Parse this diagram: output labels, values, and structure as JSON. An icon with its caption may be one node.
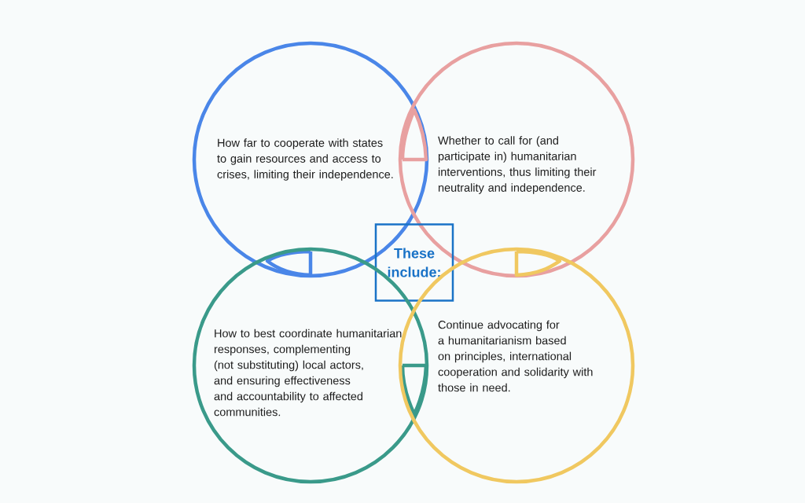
{
  "diagram": {
    "nodes": [
      {
        "text": [
          "How far to cooperate with states to gain resources and access to crises, limiting their independence."
        ]
      },
      {
        "text": [
          "Whether to call for (and participate in) humanitarian interventions, thus limiting their neutrality and independence."
        ]
      },
      {
        "text": [
          "These include:"
        ]
      },
      {
        "text": [
          "How to best coordinate humanitarian responses, complementing (not substituting) local actors, and ensuring effectiveness and accountability to affected communities."
        ]
      },
      {
        "text": [
          "Continue advocating for a humanitarianism based on principles, international cooperation and solidarity with those in need."
        ]
      }
    ]
  }
}
